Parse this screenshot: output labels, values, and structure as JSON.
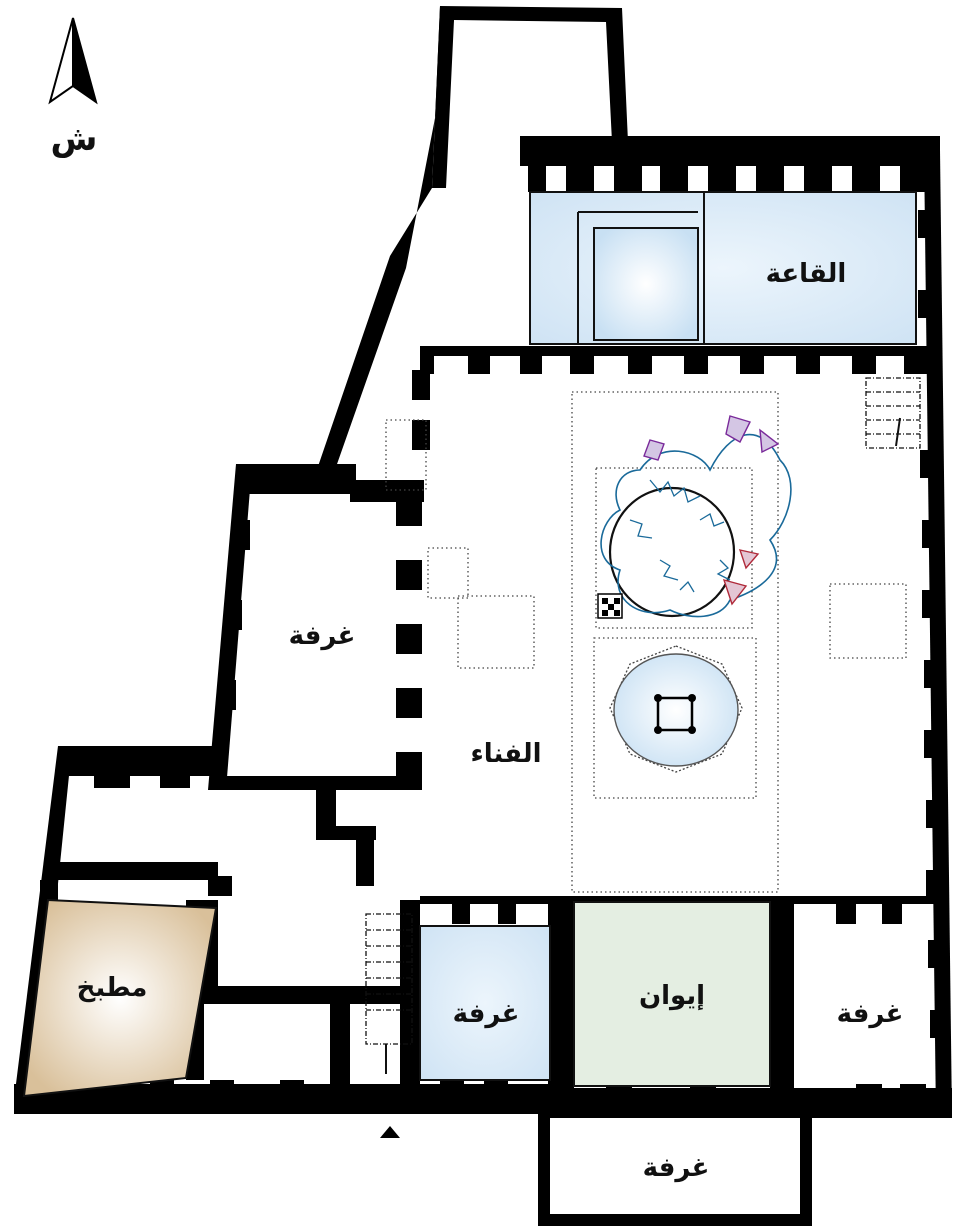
{
  "north_label": "ش",
  "rooms": {
    "qaa": "القاعة",
    "courtyard": "الفناء",
    "room_west": "غرفة",
    "kitchen": "مطبخ",
    "room_south_center": "غرفة",
    "iwan": "إيوان",
    "room_southeast": "غرفة",
    "room_south_annex": "غرفة"
  },
  "colors": {
    "wall": "#000000",
    "qaa_fill": "#d6e8f6",
    "room_blue_fill": "#d6e8f6",
    "iwan_fill": "#e4eee2",
    "kitchen_fill": "#e3d2b6",
    "fountain_fill": "#d7e9f7",
    "tree_stroke": "#1a6a9a"
  }
}
